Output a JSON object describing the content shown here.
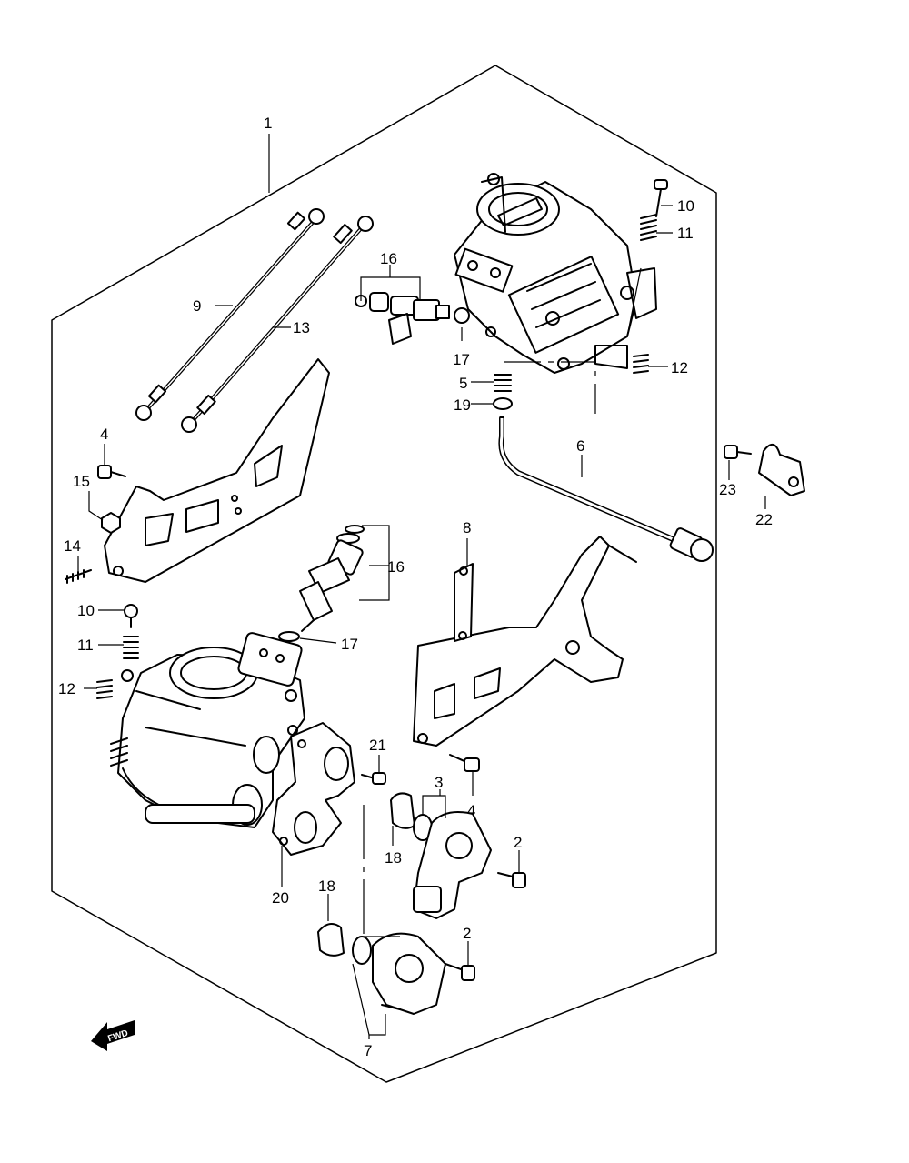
{
  "callouts": {
    "c1": "1",
    "c2a": "2",
    "c2b": "2",
    "c3": "3",
    "c4a": "4",
    "c4b": "4",
    "c5": "5",
    "c6": "6",
    "c7": "7",
    "c8": "8",
    "c9": "9",
    "c10a": "10",
    "c10b": "10",
    "c11a": "11",
    "c11b": "11",
    "c12a": "12",
    "c12b": "12",
    "c13": "13",
    "c14": "14",
    "c15": "15",
    "c16a": "16",
    "c16b": "16",
    "c17a": "17",
    "c17b": "17",
    "c18a": "18",
    "c18b": "18",
    "c19": "19",
    "c20": "20",
    "c21": "21",
    "c22": "22",
    "c23": "23"
  },
  "fwd_label": "FWD",
  "icons": {
    "direction": "fwd-arrow-icon"
  }
}
